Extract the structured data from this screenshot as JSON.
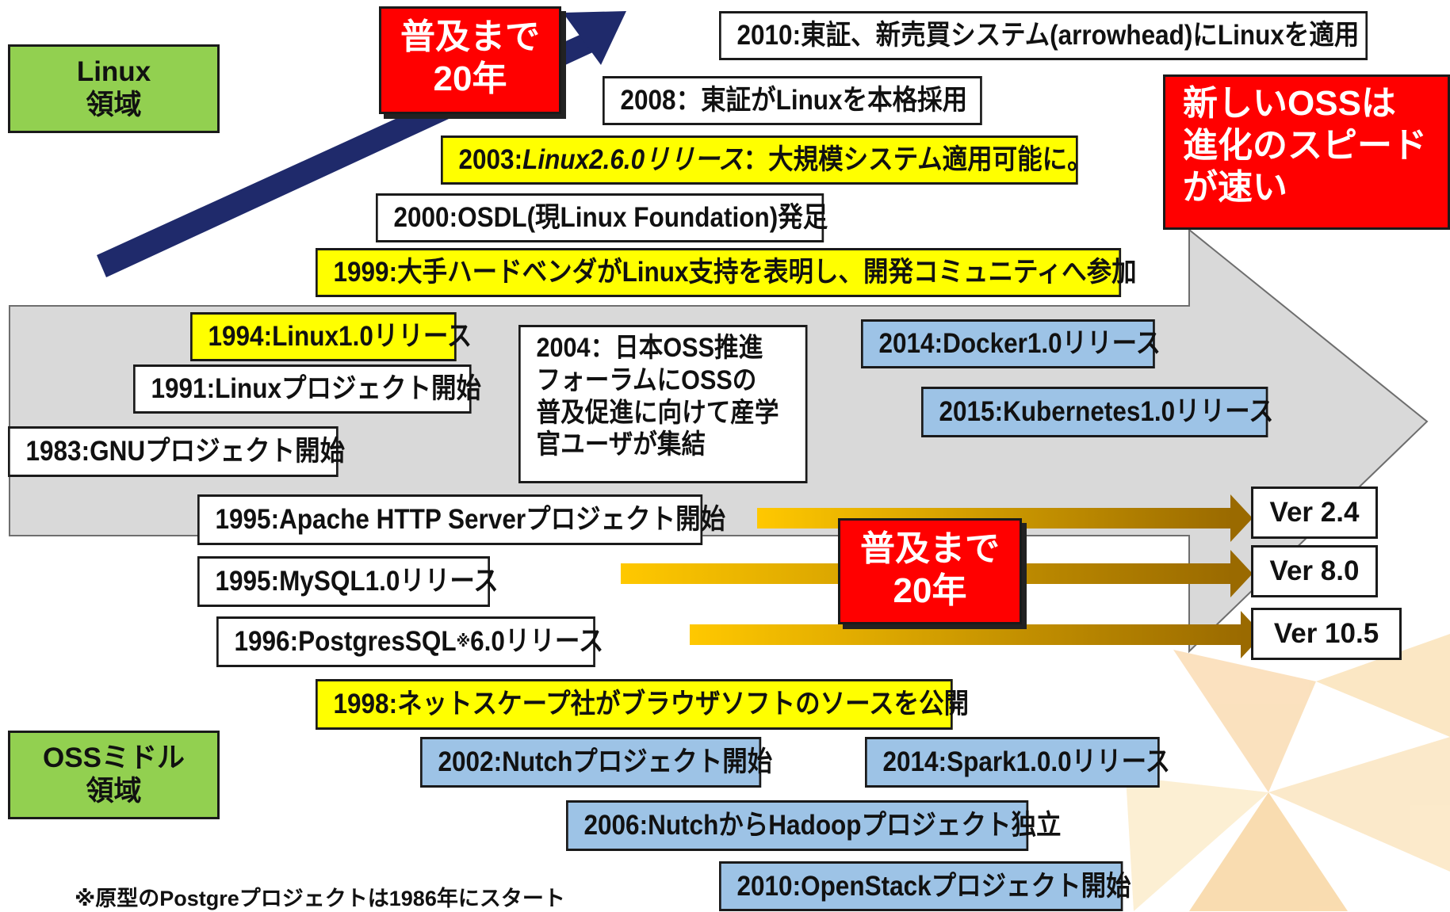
{
  "regions": {
    "linux": [
      "Linux",
      "領域"
    ],
    "oss_middle": [
      "OSSミドル",
      "領域"
    ]
  },
  "callouts": {
    "linux_adoption": [
      "普及まで",
      "20年"
    ],
    "oss_adoption": [
      "普及まで",
      "20年"
    ],
    "speed": [
      "新しいOSSは",
      "進化のスピード",
      "が速い"
    ]
  },
  "linux_events": [
    "2010:東証、新売買システム(arrowhead)にLinuxを適用",
    "2008：東証がLinuxを本格採用",
    "2003:Linux2.6.0リリース：大規模システム適用可能に。",
    "2000:OSDL(現Linux Foundation)発足",
    "1999:大手ハードベンダがLinux支持を表明し、開発コミュニティへ参加",
    "1994:Linux1.0リリース",
    "1991:Linuxプロジェクト開始",
    "1983:GNUプロジェクト開始"
  ],
  "linux_2003_parts": {
    "year": "2003:",
    "release": "Linux2.6.0リリース",
    "rest": "：大規模システム適用可能に。"
  },
  "oss_forum": [
    "2004：日本OSS推進",
    "フォーラムにOSSの",
    "普及促進に向けて産学",
    "官ユーザが集結"
  ],
  "cloud_events": [
    "2014:Docker1.0リリース",
    "2015:Kubernetes1.0リリース"
  ],
  "middleware_events": [
    "1995:Apache HTTP Serverプロジェクト開始",
    "1995:MySQL1.0リリース",
    "1996:PostgresSQL※6.0リリース",
    "1998:ネットスケープ社がブラウザソフトのソースを公開",
    "2002:Nutchプロジェクト開始",
    "2014:Spark1.0.0リリース",
    "2006:NutchからHadoopプロジェクト独立",
    "2010:OpenStackプロジェクト開始"
  ],
  "postgres_parts": {
    "pre": "1996:PostgresSQL",
    "mark": "※",
    "post": "6.0リリース"
  },
  "versions": [
    "Ver 2.4",
    "Ver 8.0",
    "Ver 10.5"
  ],
  "footnote": "※原型のPostgreプロジェクトは1986年にスタート",
  "colors": {
    "yellow": "#ffff00",
    "blue": "#9dc3e6",
    "green": "#92d050",
    "red": "#ff0000",
    "arrow_navy": "#1f2a6b",
    "gold": "#f5b800"
  }
}
